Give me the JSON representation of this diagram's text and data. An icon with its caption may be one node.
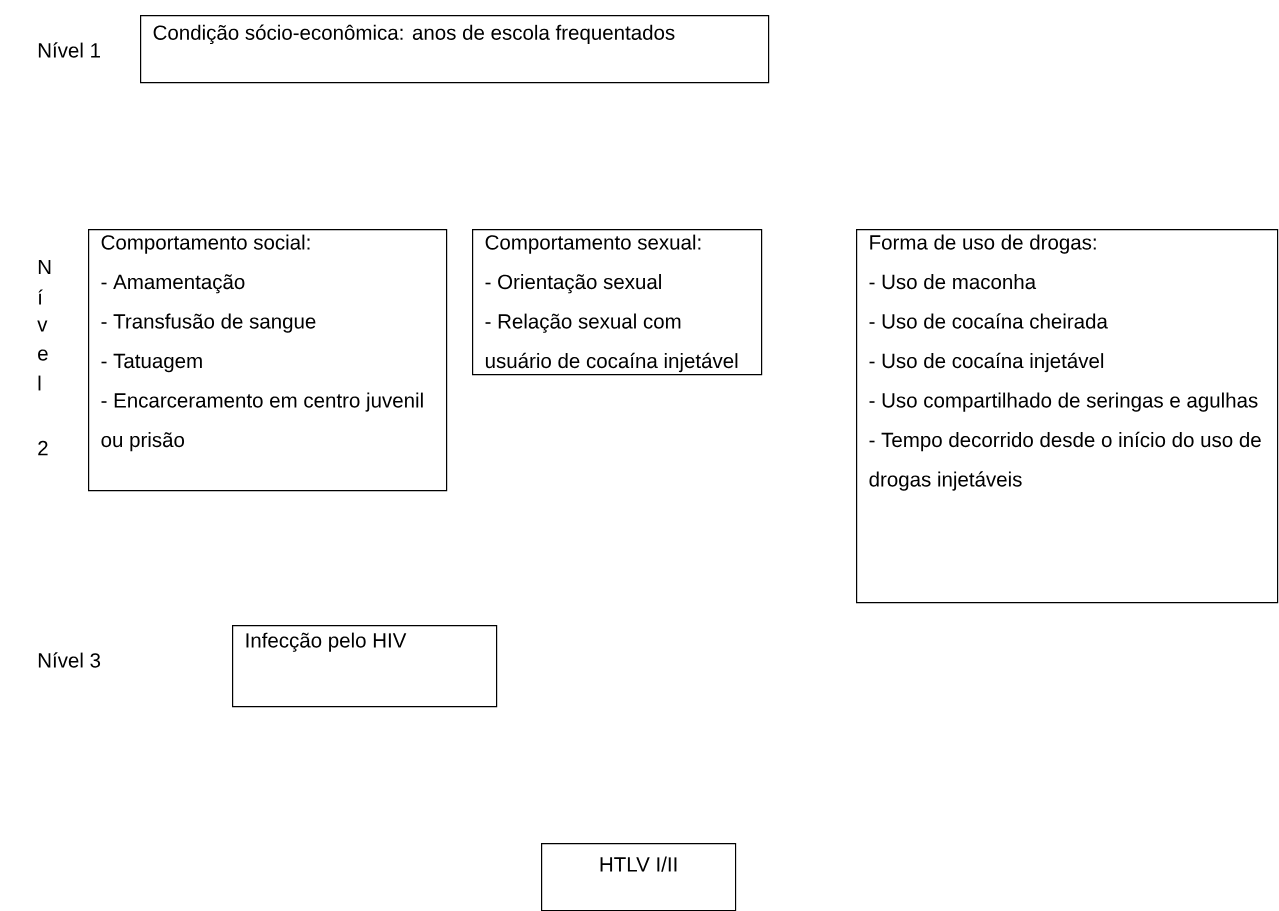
{
  "diagram": {
    "nodes": [
      {
        "text": [
          "Condição sócio-econômica: anos de escola frequentados"
        ]
      },
      {
        "text": [
          "Comportamento social:",
          "- Amamentação",
          "- Transfusão de sangue",
          "- Tatuagem",
          "- Encarceramento em centro juvenil ou prisão"
        ]
      },
      {
        "text": [
          "Comportamento sexual:",
          "- Orientação sexual",
          "- Relação sexual com usuário de cocaína injetável"
        ]
      },
      {
        "text": [
          "Forma de uso de drogas:",
          "- Uso de maconha",
          "- Uso de cocaína cheirada",
          "- Uso de cocaína injetável",
          "- Uso compartilhado de seringas e agulhas",
          "- Tempo decorrido desde o início do uso de drogas injetáveis"
        ]
      },
      {
        "text": [
          "Infecção pelo HIV"
        ]
      },
      {
        "text": [
          "HTLV I/II"
        ]
      }
    ],
    "labels": [
      "Nível 1",
      "N",
      "í",
      "v",
      "e",
      "l",
      "2",
      "Nível 3"
    ]
  }
}
